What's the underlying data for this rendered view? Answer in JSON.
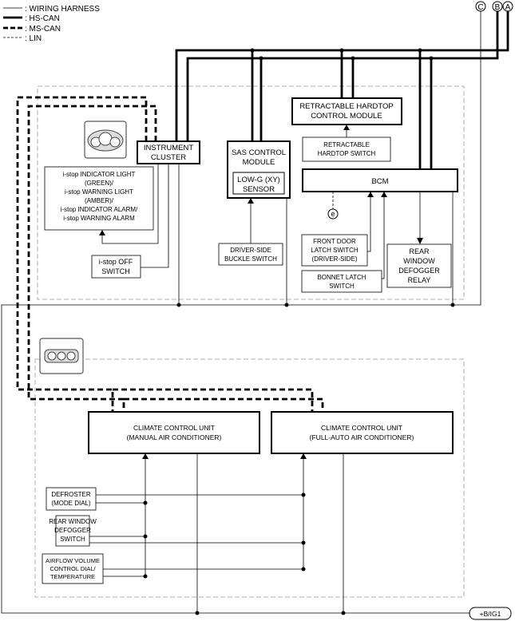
{
  "legend": {
    "wiring_harness": ": WIRING HARNESS",
    "hs_can": ": HS-CAN",
    "ms_can": ": MS-CAN",
    "lin": ": LIN"
  },
  "connectors": {
    "c": "C",
    "b": "B",
    "a": "A",
    "e": "e",
    "power": "+B/IG1"
  },
  "modules": {
    "instrument_cluster": [
      "INSTRUMENT",
      "CLUSTER"
    ],
    "sas": [
      "SAS CONTROL",
      "MODULE"
    ],
    "low_g": [
      "LOW-G (XY)",
      "SENSOR"
    ],
    "hardtop_module": [
      "RETRACTABLE HARDTOP",
      "CONTROL MODULE"
    ],
    "hardtop_switch": [
      "RETRACTABLE",
      "HARDTOP SWITCH"
    ],
    "bcm": "BCM",
    "istop_indicator": [
      "i-stop INDICATOR LIGHT",
      "(GREEN)/",
      "i-stop WARNING LIGHT",
      "(AMBER)/",
      "i-stop INDICATOR ALARM/",
      "i-stop WARNING ALARM"
    ],
    "istop_off": [
      "i-stop OFF",
      "SWITCH"
    ],
    "buckle_switch": [
      "DRIVER-SIDE",
      "BUCKLE SWITCH"
    ],
    "front_door_latch": [
      "FRONT DOOR",
      "LATCH SWITCH",
      "(DRIVER-SIDE)"
    ],
    "bonnet_latch": [
      "BONNET LATCH",
      "SWITCH"
    ],
    "rear_defogger_relay": [
      "REAR",
      "WINDOW",
      "DEFOGGER",
      "RELAY"
    ],
    "ccu_manual": [
      "CLIMATE CONTROL UNIT",
      "(MANUAL AIR CONDITIONER)"
    ],
    "ccu_full_auto": [
      "CLIMATE CONTROL UNIT",
      "(FULL-AUTO AIR CONDITIONER)"
    ],
    "defroster": [
      "DEFROSTER",
      "(MODE DIAL)"
    ],
    "rear_defogger_switch": [
      "REAR WINDOW",
      "DEFOGGER",
      "SWITCH"
    ],
    "airflow_dial": [
      "AIRFLOW VOLUME",
      "CONTROL DIAL/",
      "TEMPERATURE"
    ]
  }
}
